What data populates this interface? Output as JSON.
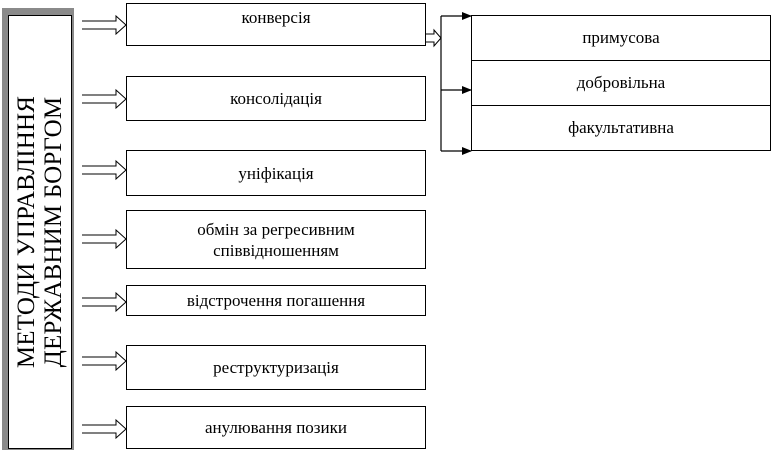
{
  "diagram": {
    "title": "МЕТОДИ УПРАВЛІННЯ ДЕРЖАВНИМ БОРГОМ",
    "methods": [
      "конверсія",
      "консолідація",
      "уніфікація",
      "обмін за регресивним співвідношенням",
      "відстрочення погашення",
      "реструктуризація",
      "анулювання позики"
    ],
    "conversion_types": [
      "примусова",
      "добровільна",
      "факультативна"
    ]
  }
}
